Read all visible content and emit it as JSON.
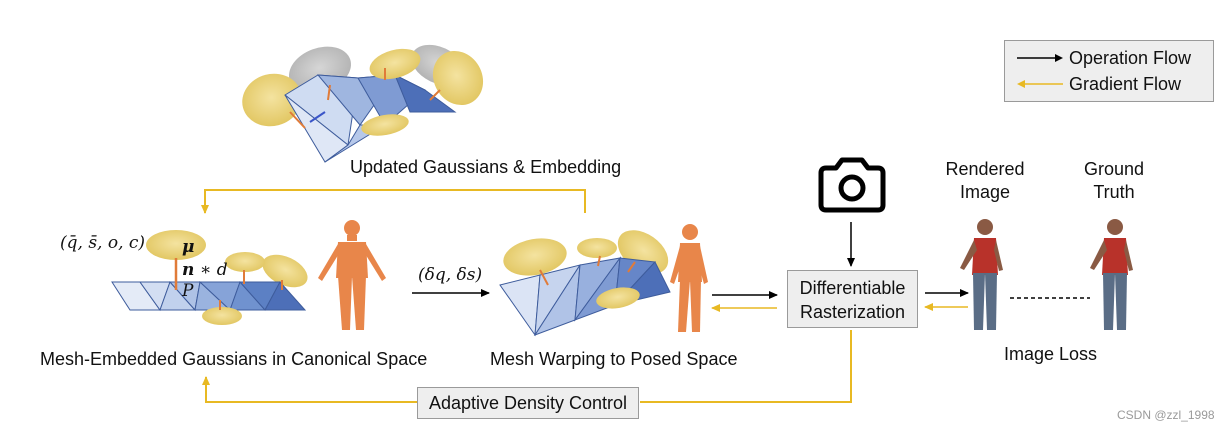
{
  "legend": {
    "operation_flow": "Operation Flow",
    "gradient_flow": "Gradient Flow"
  },
  "labels": {
    "updated": "Updated Gaussians & Embedding",
    "canonical": "Mesh-Embedded Gaussians in Canonical Space",
    "posed": "Mesh Warping to Posed Space",
    "delta": "(δq, δs)",
    "params": "(q̄, s̄, o, c)",
    "mu": "μ",
    "n": "n",
    "nd_rest": " ∗ d",
    "p": "P",
    "rendered_line1": "Rendered",
    "rendered_line2": "Image",
    "gt_line1": "Ground",
    "gt_line2": "Truth",
    "image_loss": "Image Loss"
  },
  "boxes": {
    "rasterizer_line1": "Differentiable",
    "rasterizer_line2": "Rasterization",
    "density": "Adaptive Density Control"
  },
  "watermark": "CSDN @zzl_1998",
  "colors": {
    "gradient": "#e8b923",
    "operation": "#000000",
    "gaussian": "#e9d27a",
    "gaussian_gray": "#bfbfbf",
    "mesh_light": "#cfdcf2",
    "mesh_mid": "#8faad9",
    "mesh_dark": "#4d6fb8",
    "human_orange": "#e8864a",
    "shirt_red": "#b8322a"
  }
}
